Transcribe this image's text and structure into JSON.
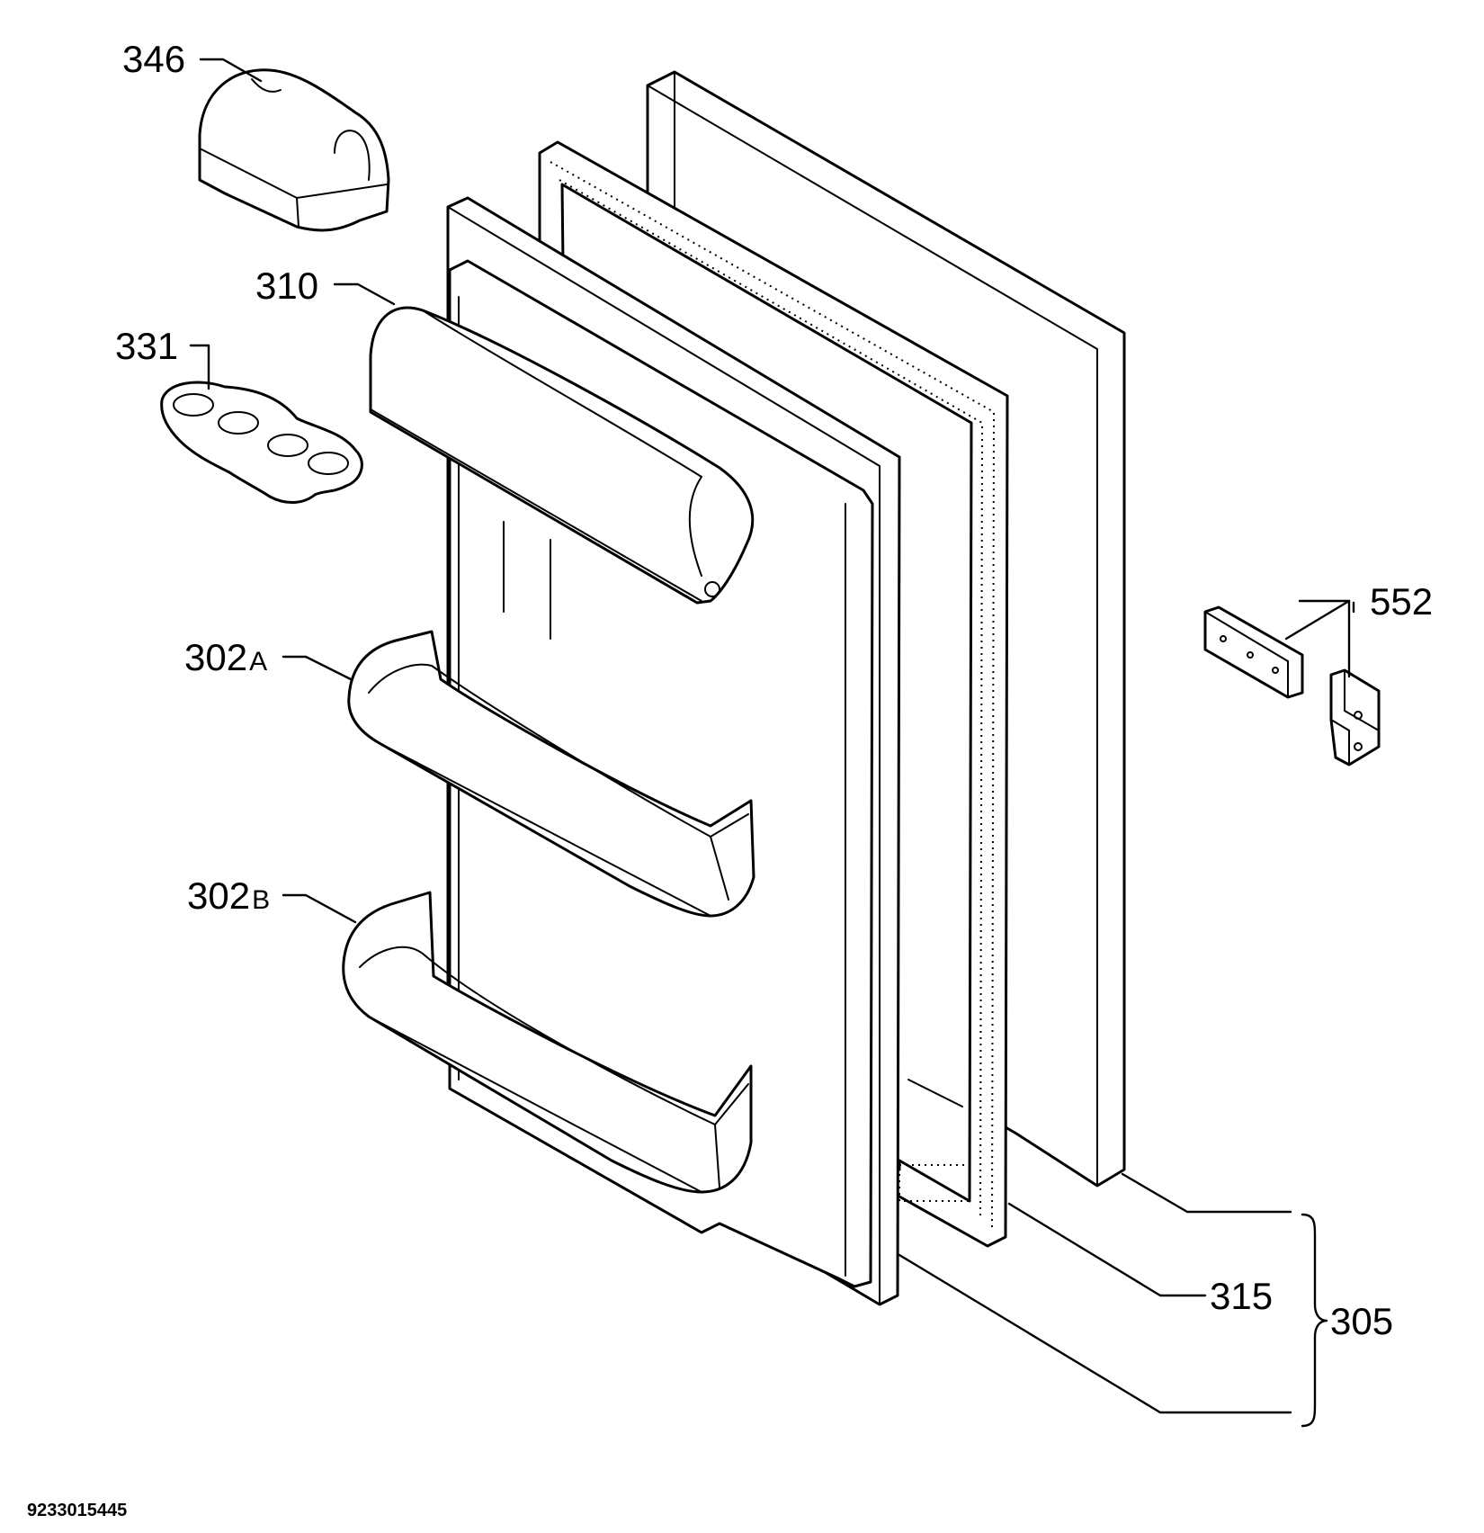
{
  "callouts": {
    "p346": "346",
    "p310": "310",
    "p331": "331",
    "p302a": "302",
    "p302a_suffix": "A",
    "p302b": "302",
    "p302b_suffix": "B",
    "p552": "552",
    "p315": "315",
    "p305": "305"
  },
  "document_number": "9233015445",
  "colors": {
    "line": "#000000",
    "background": "#ffffff"
  }
}
